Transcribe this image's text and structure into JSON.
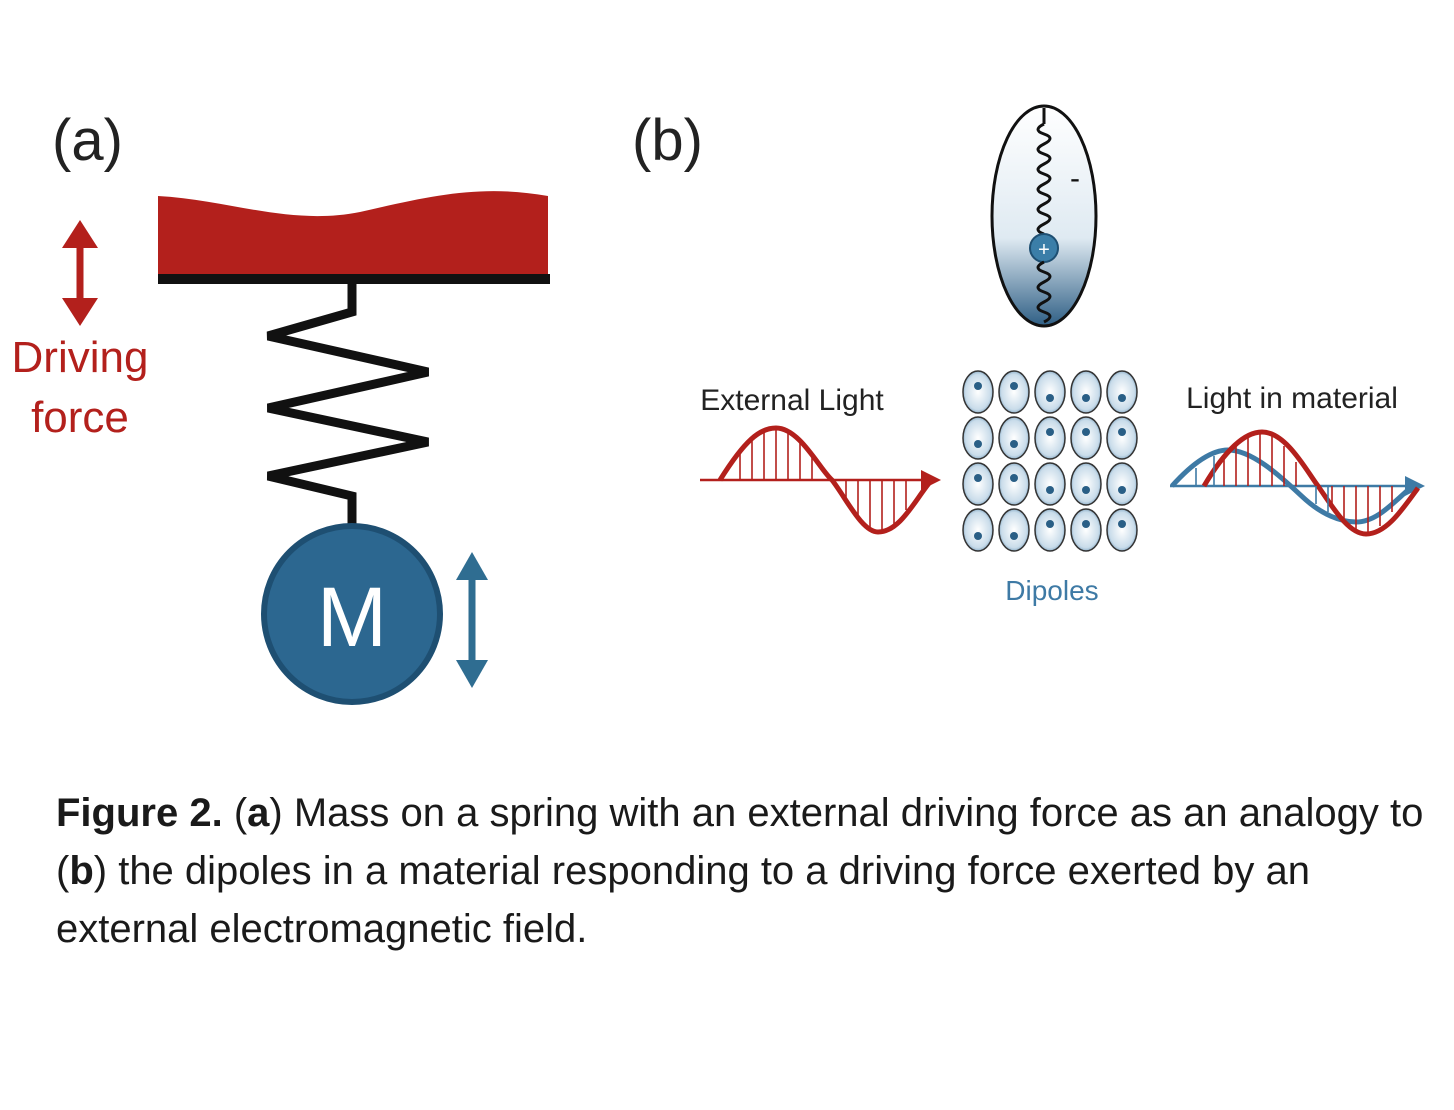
{
  "panel_a": {
    "label": "(a)",
    "driving_force": [
      "Driving",
      "force"
    ],
    "mass_label": "M"
  },
  "panel_b": {
    "label": "(b)",
    "external_light": "External Light",
    "light_in_material": "Light in material",
    "dipoles": "Dipoles",
    "dipole_sign_top": "-",
    "dipole_sign_nucleus": "+"
  },
  "caption": {
    "figure": "Figure 2.",
    "open_a": " (",
    "a": "a",
    "text_a": ") Mass on a spring with an external driving force as an analogy to (",
    "b": "b",
    "text_b": ") the dipoles in a material responding to a driving force exerted by an external electromagnetic field."
  },
  "colors": {
    "red": "#b3201c",
    "blue": "#2f6d91",
    "black": "#111111",
    "wave_blue": "#3e7aa5"
  }
}
